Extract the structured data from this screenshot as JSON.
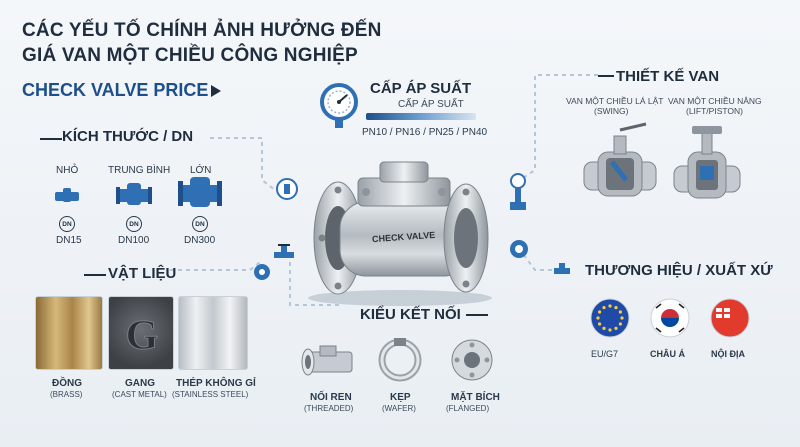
{
  "title": {
    "line1": "CÁC YẾU TỐ CHÍNH ẢNH HƯỞNG ĐẾN",
    "line2": "GIÁ VAN MỘT CHIỀU CÔNG NGHIỆP",
    "subtitle": "CHECK VALVE PRICE"
  },
  "valve_label": "CHECK VALVE",
  "pressure": {
    "title": "CẤP ÁP SUẤT",
    "subtitle": "CẤP ÁP SUẤT",
    "levels": "PN10 / PN16 / PN25 / PN40"
  },
  "size": {
    "title": "KÍCH THƯỚC / DN",
    "items": [
      {
        "label": "NHỎ",
        "badge": "DN",
        "value": "DN15"
      },
      {
        "label": "TRUNG BÌNH",
        "badge": "DN",
        "value": "DN100"
      },
      {
        "label": "LỚN",
        "badge": "DN",
        "value": "DN300"
      }
    ]
  },
  "material": {
    "title": "VẬT LIỆU",
    "items": [
      {
        "name": "ĐỒNG",
        "sub": "(BRASS)"
      },
      {
        "name": "GANG",
        "sub": "(CAST METAL)"
      },
      {
        "name": "THÉP KHÔNG GỈ",
        "sub": "(STAINLESS STEEL)"
      }
    ]
  },
  "connection": {
    "title": "KIỂU KẾT NỐI",
    "items": [
      {
        "name": "NỐI REN",
        "sub": "(THREADED)"
      },
      {
        "name": "KẸP",
        "sub": "(WAFER)"
      },
      {
        "name": "MẶT BÍCH",
        "sub": "(FLANGED)"
      }
    ]
  },
  "design": {
    "title": "THIẾT KẾ VAN",
    "items": [
      {
        "name": "VAN MỘT CHIỀU LÁ LẬT",
        "sub": "(SWING)"
      },
      {
        "name": "VAN MỘT CHIỀU NÂNG",
        "sub": "(LIFT/PISTON)"
      }
    ]
  },
  "brand": {
    "title": "THƯƠNG HIỆU / XUẤT XỨ",
    "items": [
      {
        "name": "EU/G7"
      },
      {
        "name": "CHÂU Á"
      },
      {
        "name": "NỘI ĐỊA"
      }
    ]
  },
  "colors": {
    "accent": "#1e4f8a",
    "icon_blue": "#2f6fb3",
    "brass": "#b8975a",
    "cast": "#4e5257",
    "steel": "#c9ced3"
  }
}
